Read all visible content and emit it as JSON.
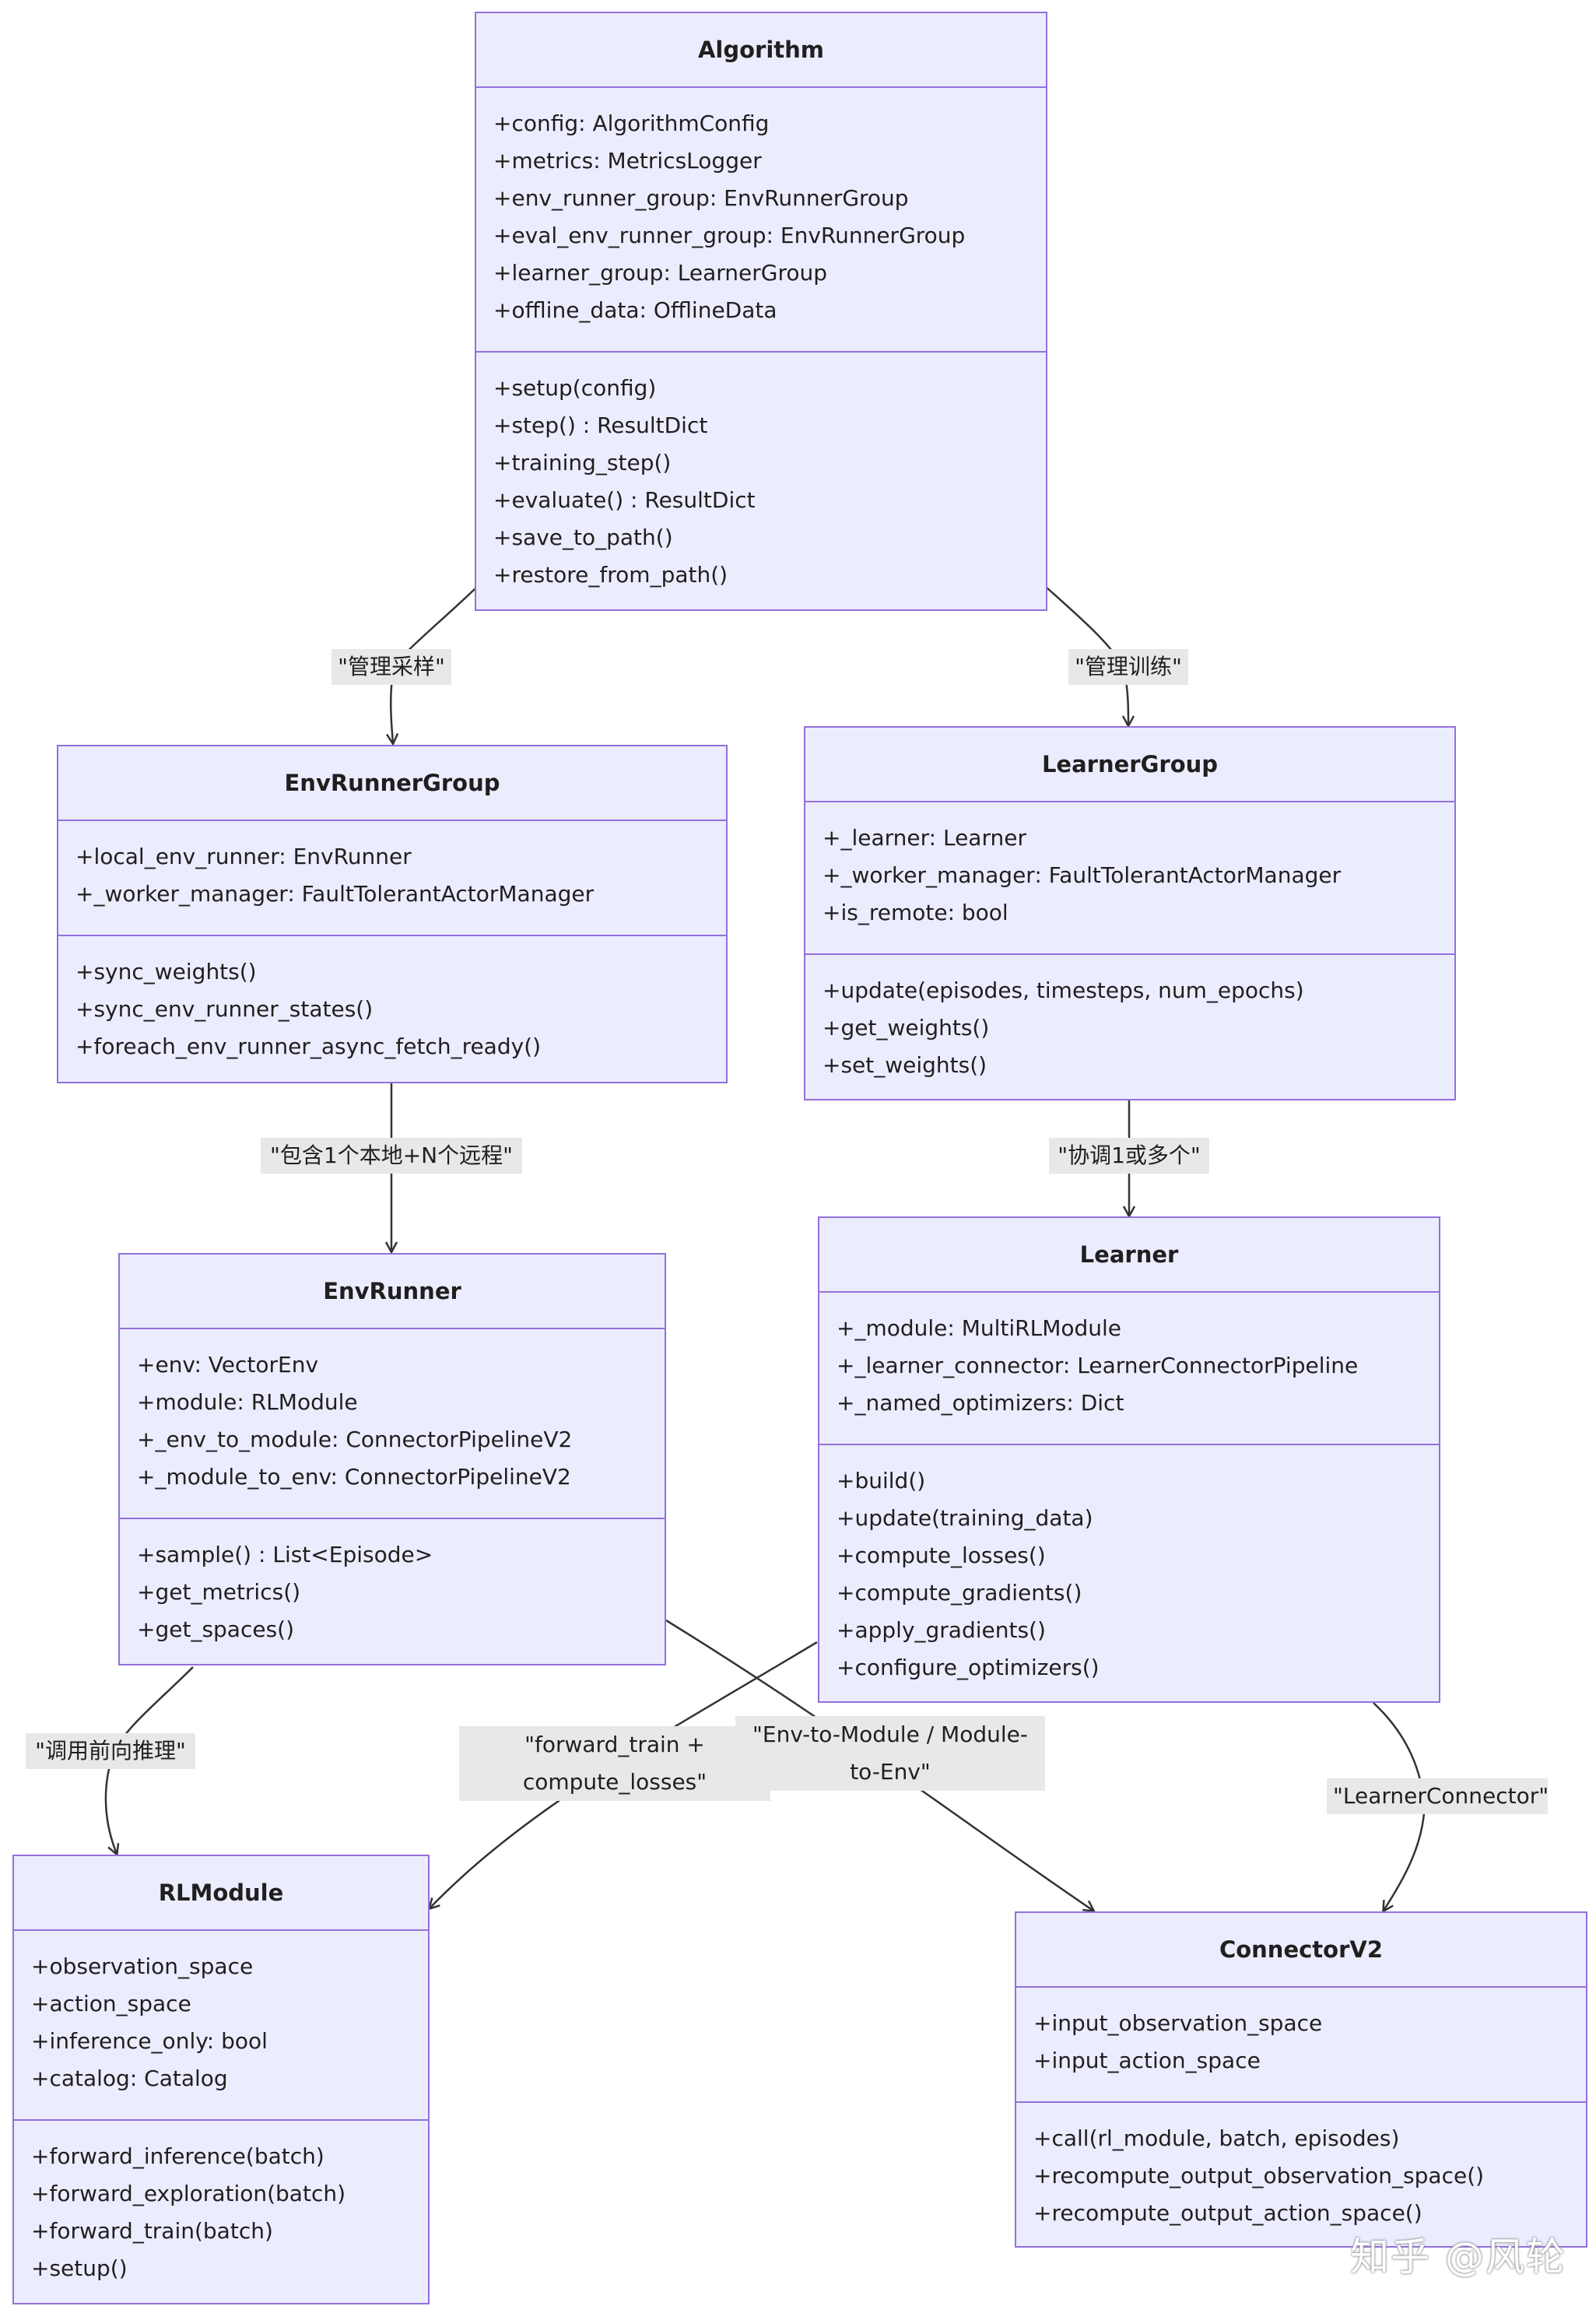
{
  "classes": {
    "algorithm": {
      "name": "Algorithm",
      "attributes": [
        "+config: AlgorithmConfig",
        "+metrics: MetricsLogger",
        "+env_runner_group: EnvRunnerGroup",
        "+eval_env_runner_group: EnvRunnerGroup",
        "+learner_group: LearnerGroup",
        "+offline_data: OfflineData"
      ],
      "methods": [
        "+setup(config)",
        "+step() : ResultDict",
        "+training_step()",
        "+evaluate() : ResultDict",
        "+save_to_path()",
        "+restore_from_path()"
      ]
    },
    "envrunnergroup": {
      "name": "EnvRunnerGroup",
      "attributes": [
        "+local_env_runner: EnvRunner",
        "+_worker_manager: FaultTolerantActorManager"
      ],
      "methods": [
        "+sync_weights()",
        "+sync_env_runner_states()",
        "+foreach_env_runner_async_fetch_ready()"
      ]
    },
    "learnergroup": {
      "name": "LearnerGroup",
      "attributes": [
        "+_learner: Learner",
        "+_worker_manager: FaultTolerantActorManager",
        "+is_remote: bool"
      ],
      "methods": [
        "+update(episodes, timesteps, num_epochs)",
        "+get_weights()",
        "+set_weights()"
      ]
    },
    "envrunner": {
      "name": "EnvRunner",
      "attributes": [
        "+env: VectorEnv",
        "+module: RLModule",
        "+_env_to_module: ConnectorPipelineV2",
        "+_module_to_env: ConnectorPipelineV2"
      ],
      "methods": [
        "+sample() : List<Episode>",
        "+get_metrics()",
        "+get_spaces()"
      ]
    },
    "learner": {
      "name": "Learner",
      "attributes": [
        "+_module: MultiRLModule",
        "+_learner_connector: LearnerConnectorPipeline",
        "+_named_optimizers: Dict"
      ],
      "methods": [
        "+build()",
        "+update(training_data)",
        "+compute_losses()",
        "+compute_gradients()",
        "+apply_gradients()",
        "+configure_optimizers()"
      ]
    },
    "rlmodule": {
      "name": "RLModule",
      "attributes": [
        "+observation_space",
        "+action_space",
        "+inference_only: bool",
        "+catalog: Catalog"
      ],
      "methods": [
        "+forward_inference(batch)",
        "+forward_exploration(batch)",
        "+forward_train(batch)",
        "+setup()"
      ]
    },
    "connectorv2": {
      "name": "ConnectorV2",
      "attributes": [
        "+input_observation_space",
        "+input_action_space"
      ],
      "methods": [
        "+call(rl_module, batch, episodes)",
        "+recompute_output_observation_space()",
        "+recompute_output_action_space()"
      ]
    }
  },
  "edge_labels": {
    "manage_sampling": "\"管理采样\"",
    "manage_training": "\"管理训练\"",
    "contains_local_remote": "\"包含1个本地+N个远程\"",
    "coordinate_learners": "\"协调1或多个\"",
    "call_forward_inference": "\"调用前向推理\"",
    "forward_train_compute_losses": "\"forward_train + compute_losses\"",
    "env_module_connectors": "\"Env-to-Module / Module-to-Env\"",
    "learner_connector": "\"LearnerConnector\""
  },
  "watermark": "知乎 @风轮",
  "colors": {
    "node_fill": "#ececff",
    "node_border": "#9370db",
    "edge": "#333333",
    "label_bg": "#e8e8e8"
  }
}
